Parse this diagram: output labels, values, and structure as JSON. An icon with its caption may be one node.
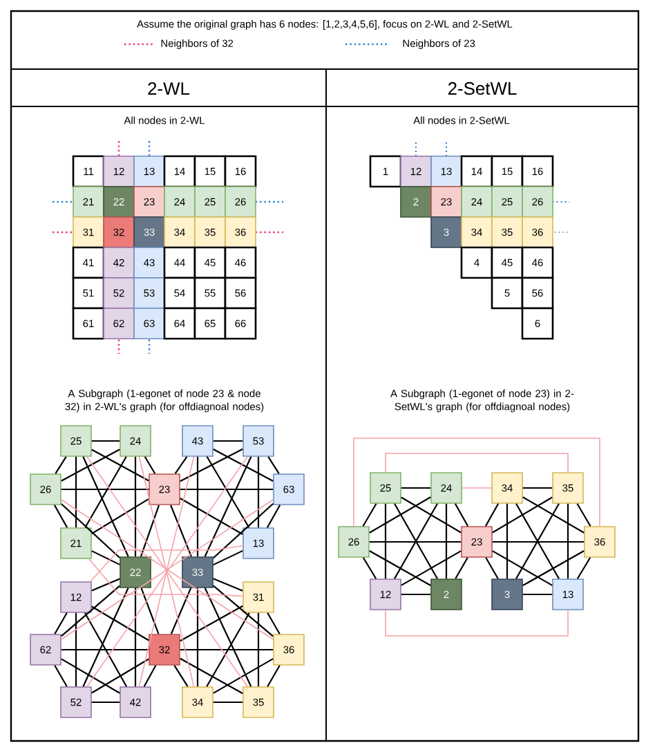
{
  "diagram": {
    "title": "Assume the original graph has 6 nodes: [1,2,3,4,5,6], focus on 2-WL and 2-SetWL",
    "nodes": [
      {
        "text": [
          "11"
        ]
      },
      {
        "text": [
          "12"
        ]
      },
      {
        "text": [
          "13"
        ]
      },
      {
        "text": [
          "14"
        ]
      },
      {
        "text": [
          "15"
        ]
      },
      {
        "text": [
          "16"
        ]
      },
      {
        "text": [
          "21"
        ]
      },
      {
        "text": [
          "22"
        ]
      },
      {
        "text": [
          "23"
        ]
      },
      {
        "text": [
          "24"
        ]
      },
      {
        "text": [
          "25"
        ]
      },
      {
        "text": [
          "26"
        ]
      },
      {
        "text": [
          "31"
        ]
      },
      {
        "text": [
          "32"
        ]
      },
      {
        "text": [
          "33"
        ]
      },
      {
        "text": [
          "34"
        ]
      },
      {
        "text": [
          "35"
        ]
      },
      {
        "text": [
          "36"
        ]
      },
      {
        "text": [
          "41"
        ]
      },
      {
        "text": [
          "42"
        ]
      },
      {
        "text": [
          "43"
        ]
      },
      {
        "text": [
          "44"
        ]
      },
      {
        "text": [
          "45"
        ]
      },
      {
        "text": [
          "46"
        ]
      },
      {
        "text": [
          "51"
        ]
      },
      {
        "text": [
          "52"
        ]
      },
      {
        "text": [
          "53"
        ]
      },
      {
        "text": [
          "54"
        ]
      },
      {
        "text": [
          "55"
        ]
      },
      {
        "text": [
          "56"
        ]
      },
      {
        "text": [
          "61"
        ]
      },
      {
        "text": [
          "62"
        ]
      },
      {
        "text": [
          "63"
        ]
      },
      {
        "text": [
          "64"
        ]
      },
      {
        "text": [
          "65"
        ]
      },
      {
        "text": [
          "66"
        ]
      },
      {
        "text": [
          "1"
        ]
      },
      {
        "text": [
          "12"
        ]
      },
      {
        "text": [
          "13"
        ]
      },
      {
        "text": [
          "14"
        ]
      },
      {
        "text": [
          "15"
        ]
      },
      {
        "text": [
          "16"
        ]
      },
      {
        "text": [
          "2"
        ]
      },
      {
        "text": [
          "23"
        ]
      },
      {
        "text": [
          "24"
        ]
      },
      {
        "text": [
          "25"
        ]
      },
      {
        "text": [
          "26"
        ]
      },
      {
        "text": [
          "3"
        ]
      },
      {
        "text": [
          "34"
        ]
      },
      {
        "text": [
          "35"
        ]
      },
      {
        "text": [
          "36"
        ]
      },
      {
        "text": [
          "4"
        ]
      },
      {
        "text": [
          "45"
        ]
      },
      {
        "text": [
          "46"
        ]
      },
      {
        "text": [
          "5"
        ]
      },
      {
        "text": [
          "56"
        ]
      },
      {
        "text": [
          "6"
        ]
      },
      {
        "text": [
          "25"
        ]
      },
      {
        "text": [
          "24"
        ]
      },
      {
        "text": [
          "43"
        ]
      },
      {
        "text": [
          "53"
        ]
      },
      {
        "text": [
          "26"
        ]
      },
      {
        "text": [
          "23"
        ]
      },
      {
        "text": [
          "63"
        ]
      },
      {
        "text": [
          "21"
        ]
      },
      {
        "text": [
          "13"
        ]
      },
      {
        "text": [
          "22"
        ]
      },
      {
        "text": [
          "33"
        ]
      },
      {
        "text": [
          "12"
        ]
      },
      {
        "text": [
          "31"
        ]
      },
      {
        "text": [
          "62"
        ]
      },
      {
        "text": [
          "32"
        ]
      },
      {
        "text": [
          "36"
        ]
      },
      {
        "text": [
          "52"
        ]
      },
      {
        "text": [
          "42"
        ]
      },
      {
        "text": [
          "34"
        ]
      },
      {
        "text": [
          "35"
        ]
      },
      {
        "text": [
          "25"
        ]
      },
      {
        "text": [
          "24"
        ]
      },
      {
        "text": [
          "34"
        ]
      },
      {
        "text": [
          "35"
        ]
      },
      {
        "text": [
          "26"
        ]
      },
      {
        "text": [
          "23"
        ]
      },
      {
        "text": [
          "36"
        ]
      },
      {
        "text": [
          "12"
        ]
      },
      {
        "text": [
          "2"
        ]
      },
      {
        "text": [
          "3"
        ]
      },
      {
        "text": [
          "13"
        ]
      }
    ],
    "edges": [
      {
        "from": 57,
        "to": 58,
        "arrow": "none"
      },
      {
        "from": 57,
        "to": 61,
        "arrow": "none"
      },
      {
        "from": 57,
        "to": 62,
        "arrow": "none"
      },
      {
        "from": 57,
        "to": 64,
        "arrow": "none"
      },
      {
        "from": 57,
        "to": 66,
        "arrow": "none"
      },
      {
        "from": 58,
        "to": 61,
        "arrow": "none"
      },
      {
        "from": 58,
        "to": 62,
        "arrow": "none"
      },
      {
        "from": 58,
        "to": 64,
        "arrow": "none"
      },
      {
        "from": 58,
        "to": 66,
        "arrow": "none"
      },
      {
        "from": 61,
        "to": 62,
        "arrow": "none"
      },
      {
        "from": 61,
        "to": 64,
        "arrow": "none"
      },
      {
        "from": 61,
        "to": 66,
        "arrow": "none"
      },
      {
        "from": 62,
        "to": 64,
        "arrow": "none"
      },
      {
        "from": 62,
        "to": 66,
        "arrow": "none"
      },
      {
        "from": 64,
        "to": 66,
        "arrow": "none"
      },
      {
        "from": 59,
        "to": 60,
        "arrow": "none"
      },
      {
        "from": 59,
        "to": 62,
        "arrow": "none"
      },
      {
        "from": 59,
        "to": 63,
        "arrow": "none"
      },
      {
        "from": 59,
        "to": 65,
        "arrow": "none"
      },
      {
        "from": 59,
        "to": 67,
        "arrow": "none"
      },
      {
        "from": 60,
        "to": 62,
        "arrow": "none"
      },
      {
        "from": 60,
        "to": 63,
        "arrow": "none"
      },
      {
        "from": 60,
        "to": 65,
        "arrow": "none"
      },
      {
        "from": 60,
        "to": 67,
        "arrow": "none"
      },
      {
        "from": 62,
        "to": 63,
        "arrow": "none"
      },
      {
        "from": 62,
        "to": 65,
        "arrow": "none"
      },
      {
        "from": 62,
        "to": 67,
        "arrow": "none"
      },
      {
        "from": 63,
        "to": 65,
        "arrow": "none"
      },
      {
        "from": 63,
        "to": 67,
        "arrow": "none"
      },
      {
        "from": 65,
        "to": 67,
        "arrow": "none"
      },
      {
        "from": 66,
        "to": 68,
        "arrow": "none"
      },
      {
        "from": 66,
        "to": 70,
        "arrow": "none"
      },
      {
        "from": 66,
        "to": 71,
        "arrow": "none"
      },
      {
        "from": 66,
        "to": 73,
        "arrow": "none"
      },
      {
        "from": 66,
        "to": 74,
        "arrow": "none"
      },
      {
        "from": 68,
        "to": 70,
        "arrow": "none"
      },
      {
        "from": 68,
        "to": 71,
        "arrow": "none"
      },
      {
        "from": 68,
        "to": 73,
        "arrow": "none"
      },
      {
        "from": 68,
        "to": 74,
        "arrow": "none"
      },
      {
        "from": 70,
        "to": 71,
        "arrow": "none"
      },
      {
        "from": 70,
        "to": 73,
        "arrow": "none"
      },
      {
        "from": 70,
        "to": 74,
        "arrow": "none"
      },
      {
        "from": 71,
        "to": 73,
        "arrow": "none"
      },
      {
        "from": 71,
        "to": 74,
        "arrow": "none"
      },
      {
        "from": 73,
        "to": 74,
        "arrow": "none"
      },
      {
        "from": 67,
        "to": 69,
        "arrow": "none"
      },
      {
        "from": 67,
        "to": 71,
        "arrow": "none"
      },
      {
        "from": 67,
        "to": 72,
        "arrow": "none"
      },
      {
        "from": 67,
        "to": 75,
        "arrow": "none"
      },
      {
        "from": 67,
        "to": 76,
        "arrow": "none"
      },
      {
        "from": 69,
        "to": 71,
        "arrow": "none"
      },
      {
        "from": 69,
        "to": 72,
        "arrow": "none"
      },
      {
        "from": 69,
        "to": 75,
        "arrow": "none"
      },
      {
        "from": 69,
        "to": 76,
        "arrow": "none"
      },
      {
        "from": 71,
        "to": 72,
        "arrow": "none"
      },
      {
        "from": 71,
        "to": 75,
        "arrow": "none"
      },
      {
        "from": 71,
        "to": 76,
        "arrow": "none"
      },
      {
        "from": 72,
        "to": 75,
        "arrow": "none"
      },
      {
        "from": 72,
        "to": 76,
        "arrow": "none"
      },
      {
        "from": 75,
        "to": 76,
        "arrow": "none"
      },
      {
        "from": 57,
        "to": 76,
        "arrow": "none",
        "color": "#f4a3a8"
      },
      {
        "from": 58,
        "to": 75,
        "arrow": "none",
        "color": "#f4a3a8"
      },
      {
        "from": 61,
        "to": 72,
        "arrow": "none",
        "color": "#f4a3a8"
      },
      {
        "from": 64,
        "to": 69,
        "arrow": "none",
        "color": "#f4a3a8"
      },
      {
        "from": 65,
        "to": 68,
        "arrow": "none",
        "color": "#f4a3a8"
      },
      {
        "from": 63,
        "to": 70,
        "arrow": "none",
        "color": "#f4a3a8"
      },
      {
        "from": 60,
        "to": 73,
        "arrow": "none",
        "color": "#f4a3a8"
      },
      {
        "from": 59,
        "to": 74,
        "arrow": "none",
        "color": "#f4a3a8"
      },
      {
        "from": 77,
        "to": 78,
        "arrow": "none"
      },
      {
        "from": 77,
        "to": 81,
        "arrow": "none"
      },
      {
        "from": 77,
        "to": 82,
        "arrow": "none"
      },
      {
        "from": 77,
        "to": 84,
        "arrow": "none"
      },
      {
        "from": 77,
        "to": 85,
        "arrow": "none"
      },
      {
        "from": 78,
        "to": 81,
        "arrow": "none"
      },
      {
        "from": 78,
        "to": 82,
        "arrow": "none"
      },
      {
        "from": 78,
        "to": 84,
        "arrow": "none"
      },
      {
        "from": 78,
        "to": 85,
        "arrow": "none"
      },
      {
        "from": 81,
        "to": 82,
        "arrow": "none"
      },
      {
        "from": 81,
        "to": 84,
        "arrow": "none"
      },
      {
        "from": 81,
        "to": 85,
        "arrow": "none"
      },
      {
        "from": 82,
        "to": 84,
        "arrow": "none"
      },
      {
        "from": 82,
        "to": 85,
        "arrow": "none"
      },
      {
        "from": 84,
        "to": 85,
        "arrow": "none"
      },
      {
        "from": 79,
        "to": 80,
        "arrow": "none"
      },
      {
        "from": 79,
        "to": 82,
        "arrow": "none"
      },
      {
        "from": 79,
        "to": 83,
        "arrow": "none"
      },
      {
        "from": 79,
        "to": 86,
        "arrow": "none"
      },
      {
        "from": 79,
        "to": 87,
        "arrow": "none"
      },
      {
        "from": 80,
        "to": 82,
        "arrow": "none"
      },
      {
        "from": 80,
        "to": 83,
        "arrow": "none"
      },
      {
        "from": 80,
        "to": 86,
        "arrow": "none"
      },
      {
        "from": 80,
        "to": 87,
        "arrow": "none"
      },
      {
        "from": 82,
        "to": 83,
        "arrow": "none"
      },
      {
        "from": 82,
        "to": 86,
        "arrow": "none"
      },
      {
        "from": 82,
        "to": 87,
        "arrow": "none"
      },
      {
        "from": 83,
        "to": 86,
        "arrow": "none"
      },
      {
        "from": 83,
        "to": 87,
        "arrow": "none"
      },
      {
        "from": 86,
        "to": 87,
        "arrow": "none"
      },
      {
        "from": 81,
        "to": 83,
        "arrow": "none",
        "color": "#f4a3a8"
      },
      {
        "from": 77,
        "to": 80,
        "arrow": "none",
        "color": "#f4a3a8"
      },
      {
        "from": 78,
        "to": 79,
        "arrow": "none",
        "color": "#f4a3a8"
      },
      {
        "from": 84,
        "to": 87,
        "arrow": "none",
        "color": "#f4a3a8"
      }
    ],
    "labels": [
      "2-WL",
      "2-SetWL",
      "All nodes in 2-WL",
      "All nodes in 2-SetWL",
      "A Subgraph (1-egonet of node 23 & node 32) in 2-WL's graph (for offdiagnoal nodes)",
      "A Subgraph (1-egonet of node 23) in 2-SetWL's graph (for offdiagnoal nodes)"
    ],
    "legend": [
      {
        "text": "Neighbors of 32"
      },
      {
        "text": "Neighbors of 23"
      }
    ]
  }
}
